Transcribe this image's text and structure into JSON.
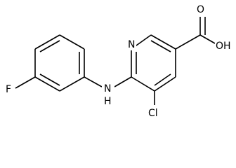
{
  "structure": {
    "atoms": {
      "fluorine": "F",
      "amine_n": "N",
      "amine_h": "H",
      "ring_n": "N",
      "chlorine": "Cl",
      "carbonyl_o": "O",
      "hydroxyl": "OH"
    }
  }
}
